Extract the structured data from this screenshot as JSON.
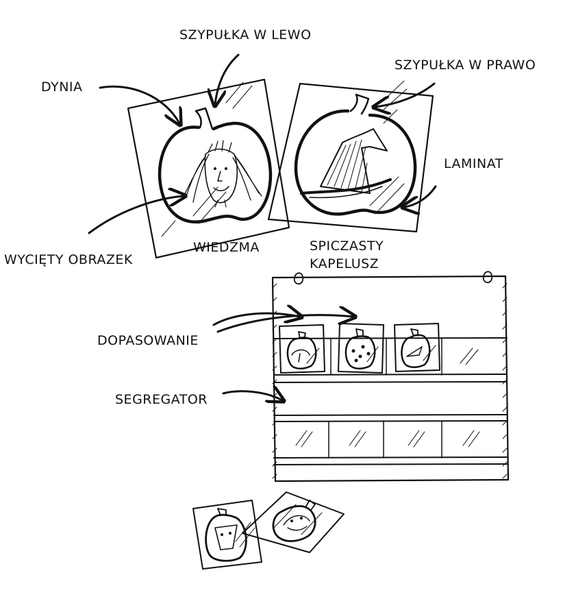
{
  "labels": {
    "dynia": "DYNIA",
    "stem_left": "SZYPUŁKA W LEWO",
    "stem_right": "SZYPUŁKA W PRAWO",
    "laminate": "LAMINAT",
    "cut_picture": "WYCIĘTY OBRAZEK",
    "witch": "WIEDŹMA",
    "hat_line1": "SPICZASTY",
    "hat_line2": "KAPELUSZ",
    "matching": "DOPASOWANIE",
    "binder": "SEGREGATOR"
  },
  "colors": {
    "ink": "#111111",
    "paper": "#ffffff"
  }
}
